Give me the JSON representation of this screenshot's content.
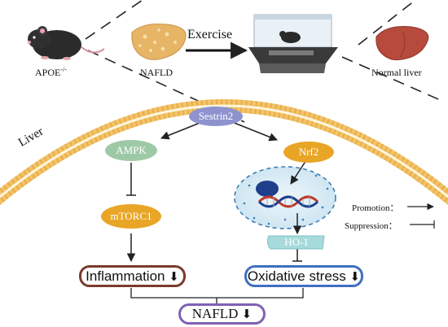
{
  "top": {
    "mouse_label": "APOE",
    "mouse_superscript": "-/-",
    "nafld_liver_label": "NAFLD",
    "exercise_label": "Exercise",
    "normal_liver_label": "Normal liver"
  },
  "cell": {
    "liver_label": "Liver"
  },
  "nodes": {
    "sestrin2": "Sestrin2",
    "ampk": "AMPK",
    "nrf2": "Nrf2",
    "mtorc1": "mTORC1",
    "ho1": "HO-1"
  },
  "outcomes": {
    "inflammation": "Inflammation",
    "oxidative_stress": "Oxidative stress",
    "nafld": "NAFLD",
    "down_arrow": "⬇"
  },
  "legend": {
    "promotion": "Promotion：",
    "suppression": "Suppression："
  },
  "colors": {
    "membrane": "#f2c36b",
    "sestrin2": "#8e93cf",
    "ampk": "#9ec9a6",
    "nrf2_mtorc1": "#e9a526",
    "ho1": "#a7dadb",
    "inflammation_border": "#7a3a2e",
    "oxidative_border": "#3f6fbf",
    "nafld_border": "#7f61b3"
  }
}
